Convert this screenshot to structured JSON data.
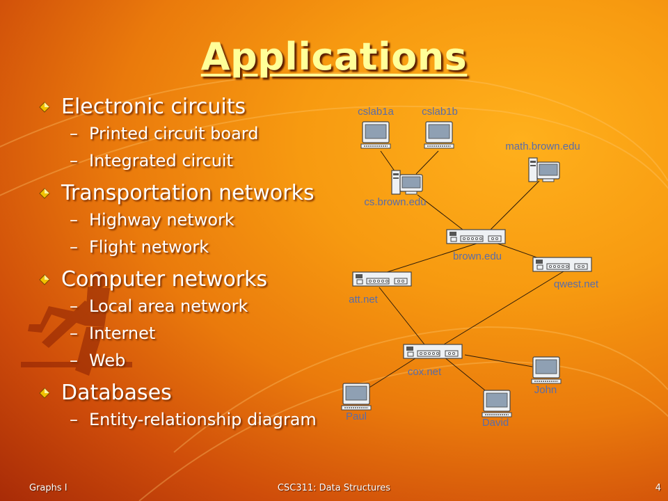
{
  "slide": {
    "title": "Applications",
    "bullets": [
      {
        "label": "Electronic circuits",
        "subs": [
          "Printed circuit board",
          "Integrated circuit"
        ]
      },
      {
        "label": "Transportation networks",
        "subs": [
          "Highway network",
          "Flight network"
        ]
      },
      {
        "label": "Computer networks",
        "subs": [
          "Local area network",
          "Internet",
          "Web"
        ]
      },
      {
        "label": "Databases",
        "subs": [
          "Entity-relationship diagram"
        ]
      }
    ],
    "dash": "–"
  },
  "diagram": {
    "nodes": {
      "cslab1a": "cslab1a",
      "cslab1b": "cslab1b",
      "math": "math.brown.edu",
      "cs": "cs.brown.edu",
      "brown": "brown.edu",
      "qwest": "qwest.net",
      "att": "att.net",
      "cox": "cox.net",
      "john": "John",
      "paul": "Paul",
      "david": "David"
    }
  },
  "footer": {
    "left": "Graphs I",
    "center": "CSC311: Data Structures",
    "page": "4"
  },
  "colors": {
    "title": "#ffff99",
    "text": "#ffffff",
    "bullet_icon": "#f2c200",
    "diagram_label": "#5a6da8",
    "background_center": "#ffb01c",
    "background_edge": "#a82b07"
  }
}
